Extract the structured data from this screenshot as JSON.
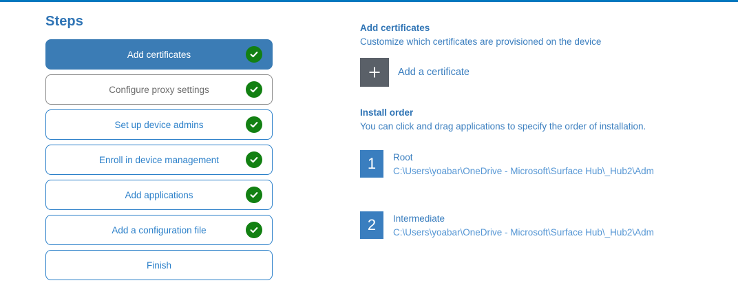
{
  "theme": {
    "accent_bar": "#0078bf",
    "primary_blue": "#2f74b5",
    "active_step_bg": "#3b7cb5",
    "link_blue": "#3a7ebf",
    "check_green": "#128012",
    "tile_gray": "#5a6068"
  },
  "steps_pane": {
    "title": "Steps",
    "items": [
      {
        "label": "Add certificates",
        "state": "active",
        "completed": true
      },
      {
        "label": "Configure proxy settings",
        "state": "muted",
        "completed": true
      },
      {
        "label": "Set up device admins",
        "state": "default",
        "completed": true
      },
      {
        "label": "Enroll in device management",
        "state": "default",
        "completed": true
      },
      {
        "label": "Add applications",
        "state": "default",
        "completed": true
      },
      {
        "label": "Add a configuration file",
        "state": "default",
        "completed": true
      },
      {
        "label": "Finish",
        "state": "default",
        "completed": false
      }
    ]
  },
  "detail_pane": {
    "heading": "Add certificates",
    "subheading": "Customize which certificates are provisioned on the device",
    "add_certificate": {
      "icon": "plus-icon",
      "label": "Add a certificate"
    },
    "install_order": {
      "heading": "Install order",
      "subheading": "You can click and drag applications to specify the order of installation.",
      "items": [
        {
          "number": "1",
          "name": "Root",
          "path": "C:\\Users\\yoabar\\OneDrive - Microsoft\\Surface Hub\\_Hub2\\Adm"
        },
        {
          "number": "2",
          "name": "Intermediate",
          "path": "C:\\Users\\yoabar\\OneDrive - Microsoft\\Surface Hub\\_Hub2\\Adm"
        }
      ]
    }
  }
}
